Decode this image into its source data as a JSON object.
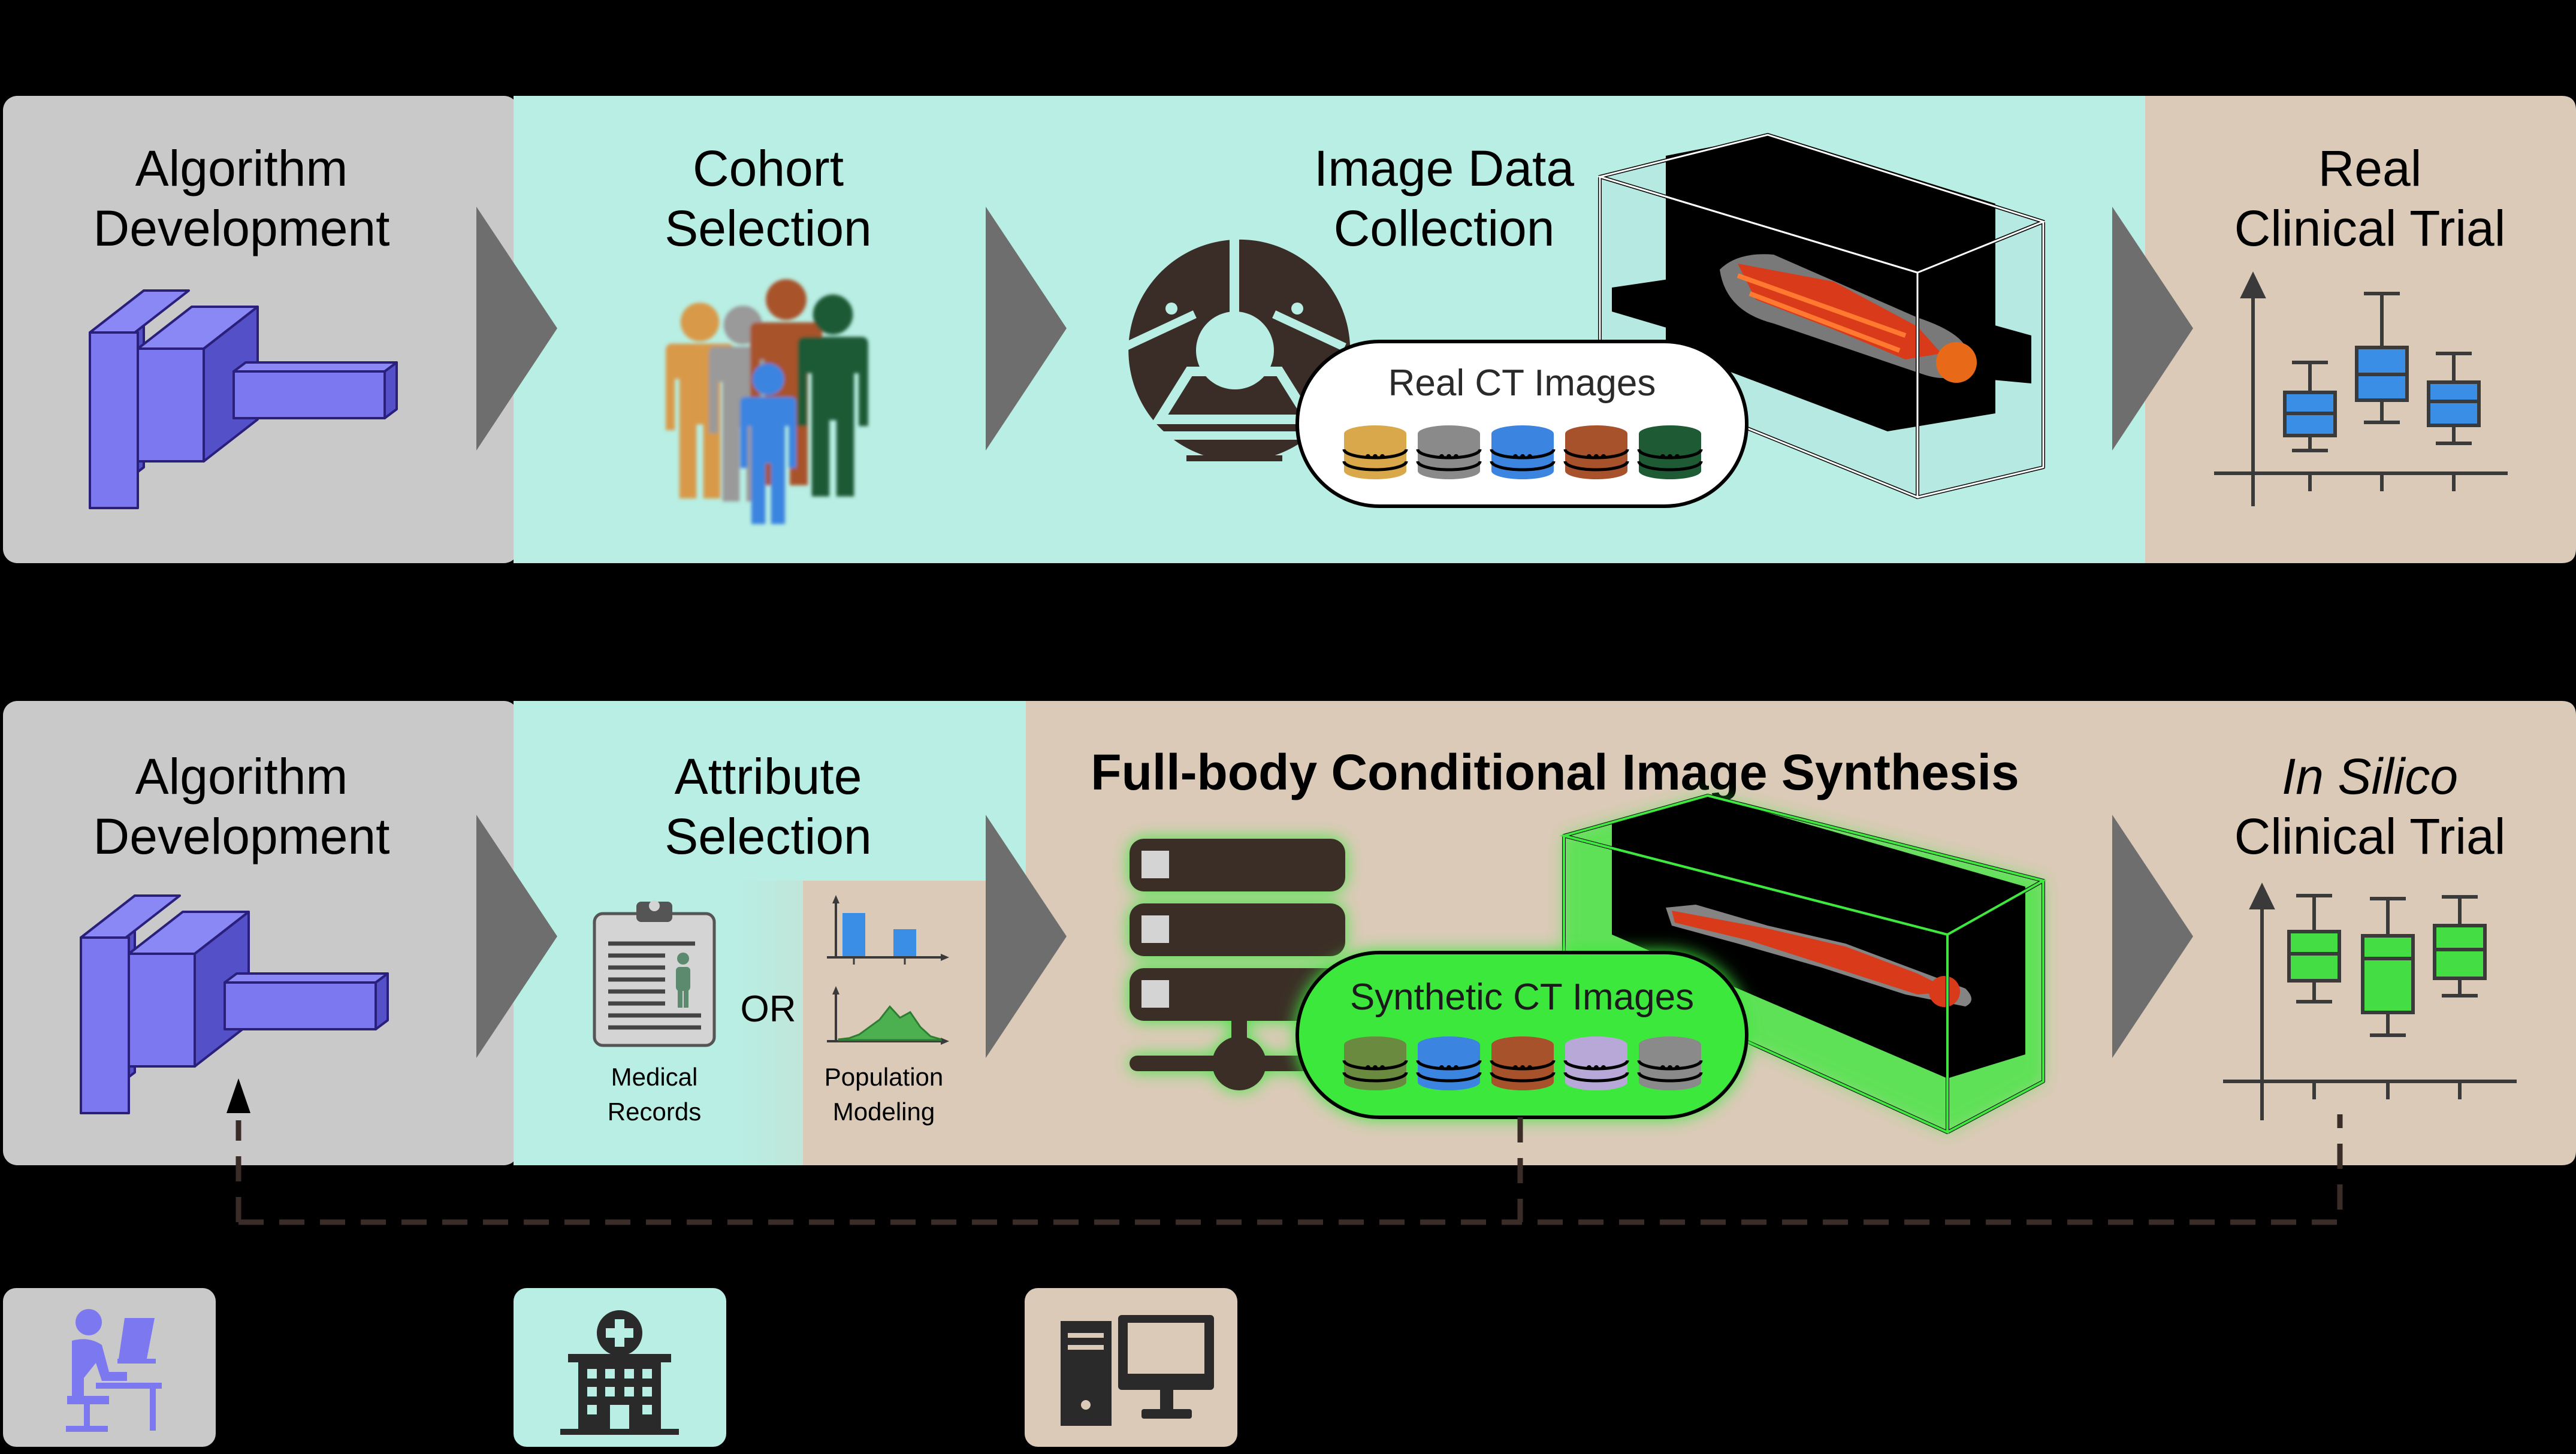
{
  "row1": {
    "algorithm_line1": "Algorithm",
    "algorithm_line2": "Development",
    "cohort_line1": "Cohort",
    "cohort_line2": "Selection",
    "image_line1": "Image Data",
    "image_line2": "Collection",
    "db_label": "Real CT Images",
    "trial_line1": "Real",
    "trial_line2": "Clinical Trial"
  },
  "row2": {
    "algorithm_line1": "Algorithm",
    "algorithm_line2": "Development",
    "attribute_line1": "Attribute",
    "attribute_line2": "Selection",
    "medical_line1": "Medical",
    "medical_line2": "Records",
    "or_label": "OR",
    "population_line1": "Population",
    "population_line2": "Modeling",
    "synthesis_title": "Full-body Conditional Image Synthesis",
    "db_label": "Synthetic CT Images",
    "trial_line1": "In Silico",
    "trial_line2": "Clinical Trial"
  },
  "colors": {
    "gray_panel": "#c9c9c9",
    "teal_panel": "#b8eee3",
    "tan_panel": "#dccab8",
    "arrow": "#6e6e6e",
    "cube": "#7b78f0",
    "synthetic_green": "#3ee83e",
    "box_blue": "#3a8ee6",
    "box_green": "#44dd44",
    "body_red": "#d93a1a",
    "db_real": [
      "#d8a84a",
      "#8a8a8a",
      "#3b84e0",
      "#a8522c",
      "#1e5a34"
    ],
    "db_synth": [
      "#6a8a40",
      "#3b84e0",
      "#a8522c",
      "#b8a8d8",
      "#8a8a8a"
    ],
    "people": [
      "#d89a4a",
      "#9a9a9a",
      "#a8522c",
      "#1e5a34",
      "#3b84e0"
    ]
  },
  "icons": {
    "algorithm": "block-cube-icon",
    "cohort": "people-group-icon",
    "scanner": "ct-scanner-icon",
    "database": "database-cylinder-icon",
    "volume": "ct-volume-body-icon",
    "boxplot": "boxplot-chart-icon",
    "clipboard": "medical-record-clipboard-icon",
    "bar_chart": "bar-chart-icon",
    "density": "density-curve-icon",
    "server": "server-rack-icon",
    "developer": "developer-at-desk-icon",
    "hospital": "hospital-icon",
    "computer": "computer-workstation-icon"
  },
  "chart_data": [
    {
      "type": "bar",
      "categories": [
        "",
        ""
      ],
      "values": [
        0.8,
        0.5
      ]
    },
    {
      "type": "area",
      "x": [
        0,
        1,
        2,
        3,
        4,
        5,
        6,
        7,
        8,
        9,
        10
      ],
      "values": [
        0.02,
        0.05,
        0.15,
        0.35,
        0.55,
        0.9,
        0.6,
        0.75,
        0.35,
        0.1,
        0.02
      ]
    }
  ]
}
